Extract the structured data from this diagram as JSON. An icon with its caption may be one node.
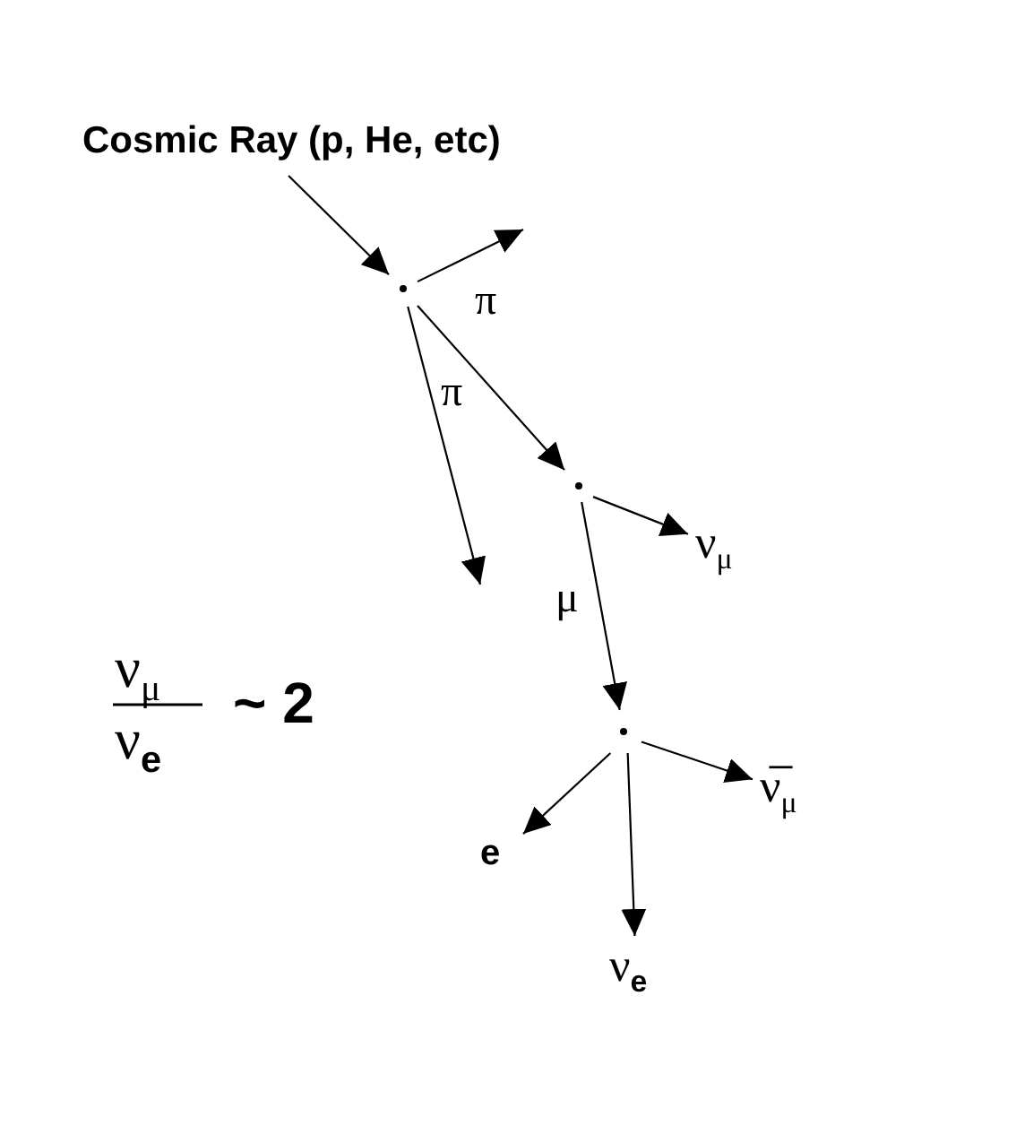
{
  "diagram": {
    "nodes": [
      {
        "text": [
          "Cosmic Ray (p, He, etc)"
        ]
      },
      {
        "text": [
          "ν$_{μ}$"
        ]
      },
      {
        "text": [
          "e"
        ]
      },
      {
        "text": [
          "ν$_{e}$"
        ]
      },
      {
        "text": [
          "ν̅$_{μ}$"
        ]
      },
      {
        "text": [],
        "shape": "point"
      },
      {
        "text": [],
        "shape": "point"
      },
      {
        "text": [],
        "shape": "point"
      }
    ],
    "edges": [
      {
        "from": 0,
        "to": 5,
        "arrow": "to"
      },
      {
        "from": 5,
        "to": null,
        "arrow": "to"
      },
      {
        "from": 5,
        "to": null,
        "arrow": "to",
        "label": "π"
      },
      {
        "from": 5,
        "to": 6,
        "arrow": "to",
        "label": "π"
      },
      {
        "from": 6,
        "to": 1,
        "arrow": "to"
      },
      {
        "from": 6,
        "to": 7,
        "arrow": "to",
        "label": "μ"
      },
      {
        "from": 7,
        "to": 4,
        "arrow": "to"
      },
      {
        "from": 7,
        "to": 2,
        "arrow": "to"
      },
      {
        "from": 7,
        "to": 3,
        "arrow": "to"
      }
    ],
    "labels": [
      "ν$_{μ}$",
      "ν$_{e}$",
      "~ 2"
    ]
  }
}
